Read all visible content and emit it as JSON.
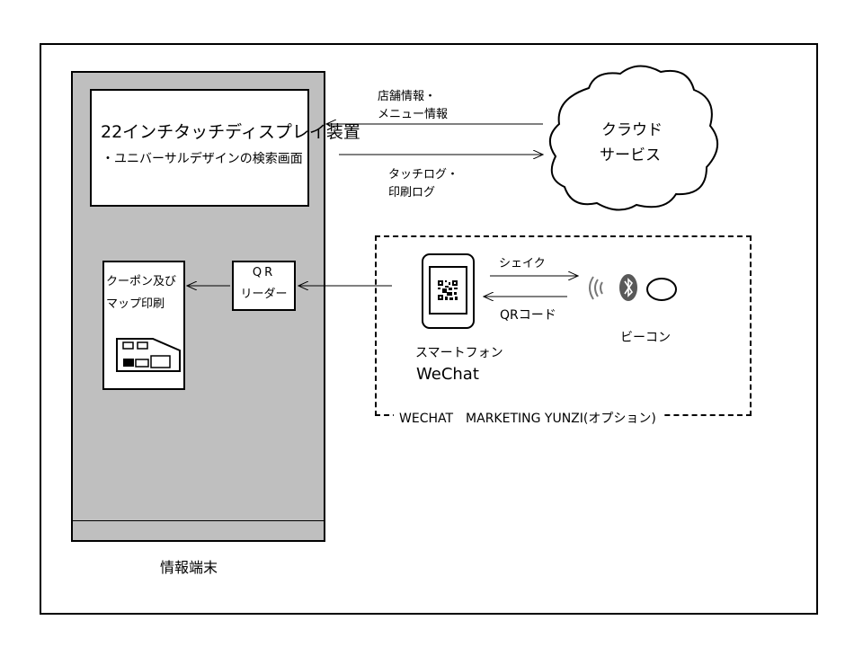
{
  "terminal": {
    "display_title": "22インチタッチディスプレイ装置",
    "display_subtitle": "・ユニバーサルデザインの検索画面",
    "qr_reader_line1": "QR",
    "qr_reader_line2": "リーダー",
    "printer_line1": "クーポン及び",
    "printer_line2": "マップ印刷",
    "label": "情報端末"
  },
  "cloud": {
    "line1": "クラウド",
    "line2": "サービス"
  },
  "flows": {
    "to_terminal_line1": "店舗情報・",
    "to_terminal_line2": "メニュー情報",
    "to_cloud_line1": "タッチログ・",
    "to_cloud_line2": "印刷ログ",
    "shake": "シェイク",
    "qr_code": "QRコード"
  },
  "wechat": {
    "phone_line1": "スマートフォン",
    "phone_line2": "WeChat",
    "beacon": "ビーコン",
    "option_label": "WECHAT　MARKETING YUNZI(オプション)"
  },
  "icons": {
    "cloud": "cloud-shape",
    "phone": "smartphone-icon",
    "qr": "qr-code-icon",
    "beacon": "bluetooth-icon",
    "signal": "signal-waves-icon"
  }
}
